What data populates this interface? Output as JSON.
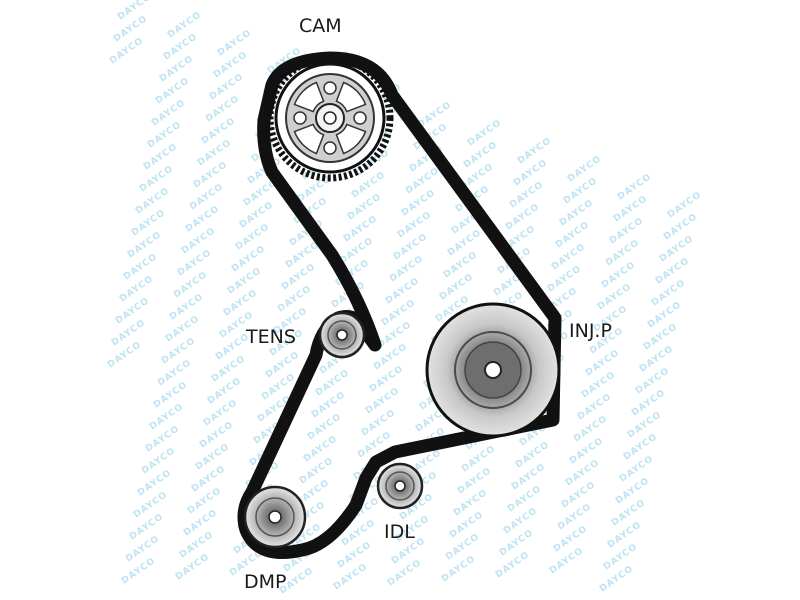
{
  "watermark": {
    "text": "DAYCO",
    "color": "#bfe3f3"
  },
  "colors": {
    "belt": "#111111",
    "pulley_light": "#d0d0d0",
    "pulley_mid": "#9a9a9a",
    "pulley_dark": "#6f6f6f",
    "label": "#1a1a1a"
  },
  "labels": {
    "cam": "CAM",
    "tens": "TENS",
    "injp": "INJ.P",
    "idl": "IDL",
    "dmp": "DMP"
  }
}
